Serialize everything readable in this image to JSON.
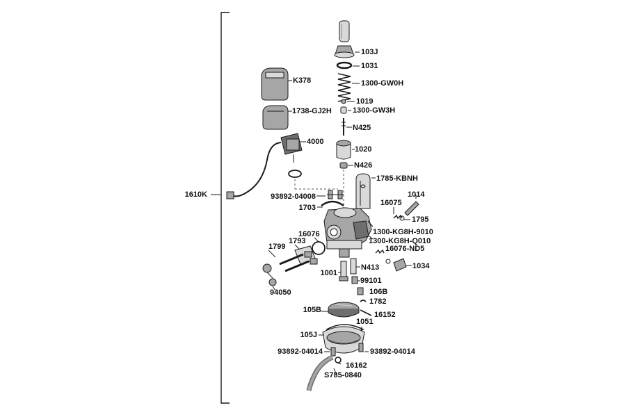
{
  "assembly_label": "1610K",
  "labels": {
    "p103J": "103J",
    "p1031": "1031",
    "p1300GW0H": "1300-GW0H",
    "p1019": "1019",
    "p1300GW3H": "1300-GW3H",
    "pN425": "N425",
    "p1020": "1020",
    "pN426": "N426",
    "pK378": "K378",
    "p1738GJ2H": "1738-GJ2H",
    "p4000": "4000",
    "p1785KBNH": "1785-KBNH",
    "p1014": "1014",
    "p16075": "16075",
    "p1795": "1795",
    "p93892_04008": "93892-04008",
    "p1703": "1703",
    "p1300KG8H9010": "1300-KG8H-9010",
    "p1300KG8HQ010": "1300-KG8H-Q010",
    "p16076": "16076",
    "p1793": "1793",
    "p1799": "1799",
    "p16076ND5": "16076-ND5",
    "p1034": "1034",
    "pN413": "N413",
    "p1001": "1001",
    "p99101": "99101",
    "p94050": "94050",
    "p106B": "106B",
    "p1782": "1782",
    "p105B": "105B",
    "p16152": "16152",
    "p1051": "1051",
    "p105J": "105J",
    "p93892_04014a": "93892-04014",
    "p93892_04014b": "93892-04014",
    "p16162": "16162",
    "pS785": "S785-0840"
  },
  "colors": {
    "line": "#1a1a1a",
    "part_light": "#d9d9d9",
    "part_mid": "#a6a6a6",
    "part_dark": "#6e6e6e",
    "background": "#ffffff"
  }
}
